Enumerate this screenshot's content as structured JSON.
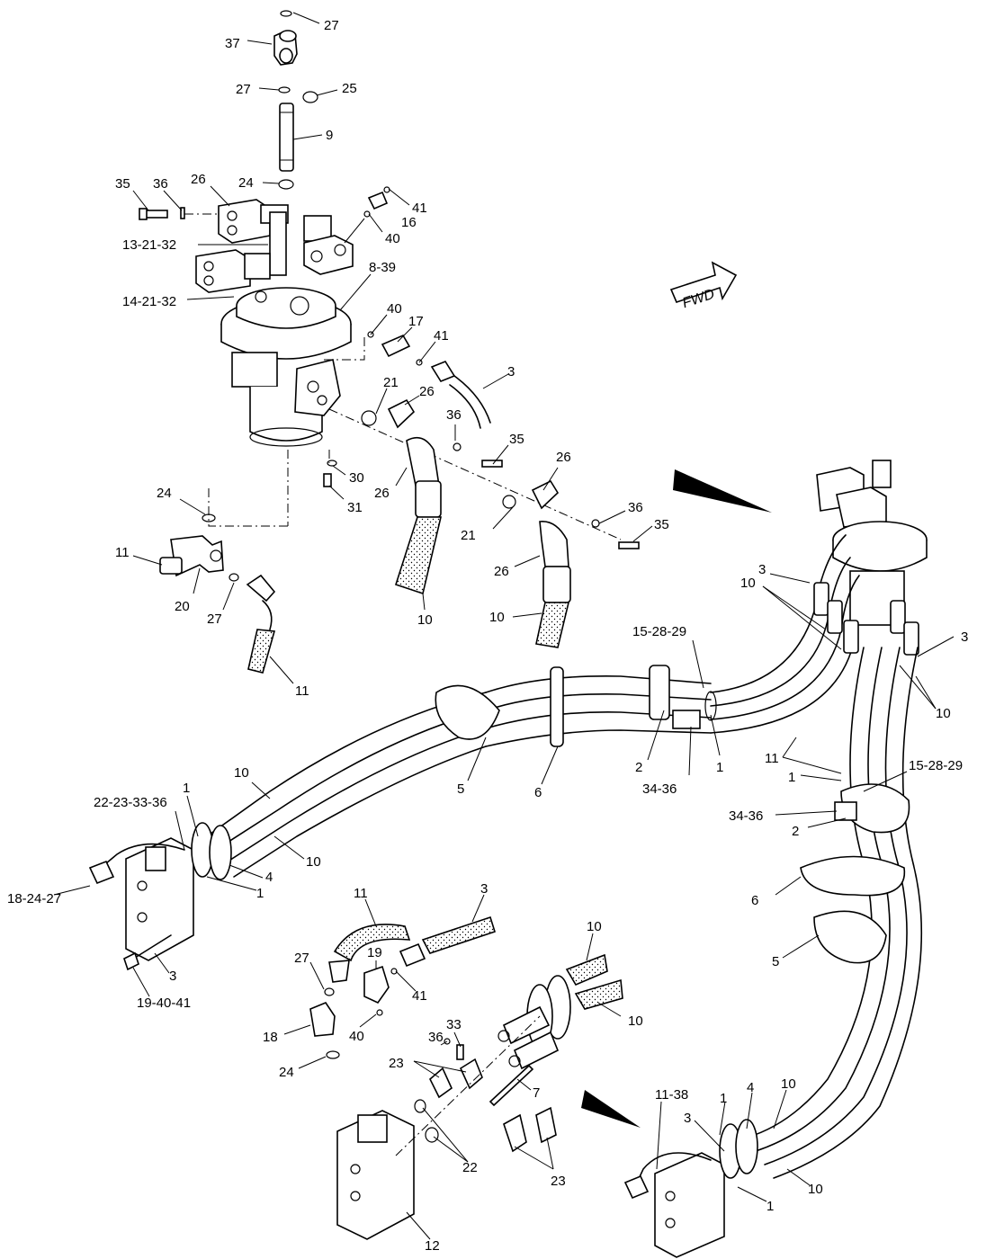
{
  "diagram": {
    "orientation_label": "FWD",
    "callouts": [
      {
        "text": "27"
      },
      {
        "text": "37"
      },
      {
        "text": "27"
      },
      {
        "text": "25"
      },
      {
        "text": "9"
      },
      {
        "text": "24"
      },
      {
        "text": "35"
      },
      {
        "text": "36"
      },
      {
        "text": "26"
      },
      {
        "text": "41"
      },
      {
        "text": "16"
      },
      {
        "text": "40"
      },
      {
        "text": "13-21-32"
      },
      {
        "text": "8-39"
      },
      {
        "text": "14-21-32"
      },
      {
        "text": "40"
      },
      {
        "text": "17"
      },
      {
        "text": "41"
      },
      {
        "text": "3"
      },
      {
        "text": "21"
      },
      {
        "text": "26"
      },
      {
        "text": "36"
      },
      {
        "text": "35"
      },
      {
        "text": "26"
      },
      {
        "text": "30"
      },
      {
        "text": "31"
      },
      {
        "text": "24"
      },
      {
        "text": "26"
      },
      {
        "text": "36"
      },
      {
        "text": "35"
      },
      {
        "text": "21"
      },
      {
        "text": "26"
      },
      {
        "text": "11"
      },
      {
        "text": "20"
      },
      {
        "text": "27"
      },
      {
        "text": "10"
      },
      {
        "text": "10"
      },
      {
        "text": "11"
      },
      {
        "text": "3"
      },
      {
        "text": "10"
      },
      {
        "text": "15-28-29"
      },
      {
        "text": "3"
      },
      {
        "text": "10"
      },
      {
        "text": "2"
      },
      {
        "text": "1"
      },
      {
        "text": "34-36"
      },
      {
        "text": "5"
      },
      {
        "text": "6"
      },
      {
        "text": "11"
      },
      {
        "text": "1"
      },
      {
        "text": "15-28-29"
      },
      {
        "text": "34-36"
      },
      {
        "text": "2"
      },
      {
        "text": "10"
      },
      {
        "text": "1"
      },
      {
        "text": "22-23-33-36"
      },
      {
        "text": "10"
      },
      {
        "text": "4"
      },
      {
        "text": "1"
      },
      {
        "text": "18-24-27"
      },
      {
        "text": "3"
      },
      {
        "text": "19-40-41"
      },
      {
        "text": "11"
      },
      {
        "text": "3"
      },
      {
        "text": "10"
      },
      {
        "text": "6"
      },
      {
        "text": "5"
      },
      {
        "text": "27"
      },
      {
        "text": "19"
      },
      {
        "text": "41"
      },
      {
        "text": "10"
      },
      {
        "text": "18"
      },
      {
        "text": "40"
      },
      {
        "text": "24"
      },
      {
        "text": "33"
      },
      {
        "text": "36"
      },
      {
        "text": "23"
      },
      {
        "text": "7"
      },
      {
        "text": "22"
      },
      {
        "text": "23"
      },
      {
        "text": "12"
      },
      {
        "text": "11-38"
      },
      {
        "text": "1"
      },
      {
        "text": "4"
      },
      {
        "text": "10"
      },
      {
        "text": "3"
      },
      {
        "text": "10"
      },
      {
        "text": "1"
      }
    ]
  }
}
